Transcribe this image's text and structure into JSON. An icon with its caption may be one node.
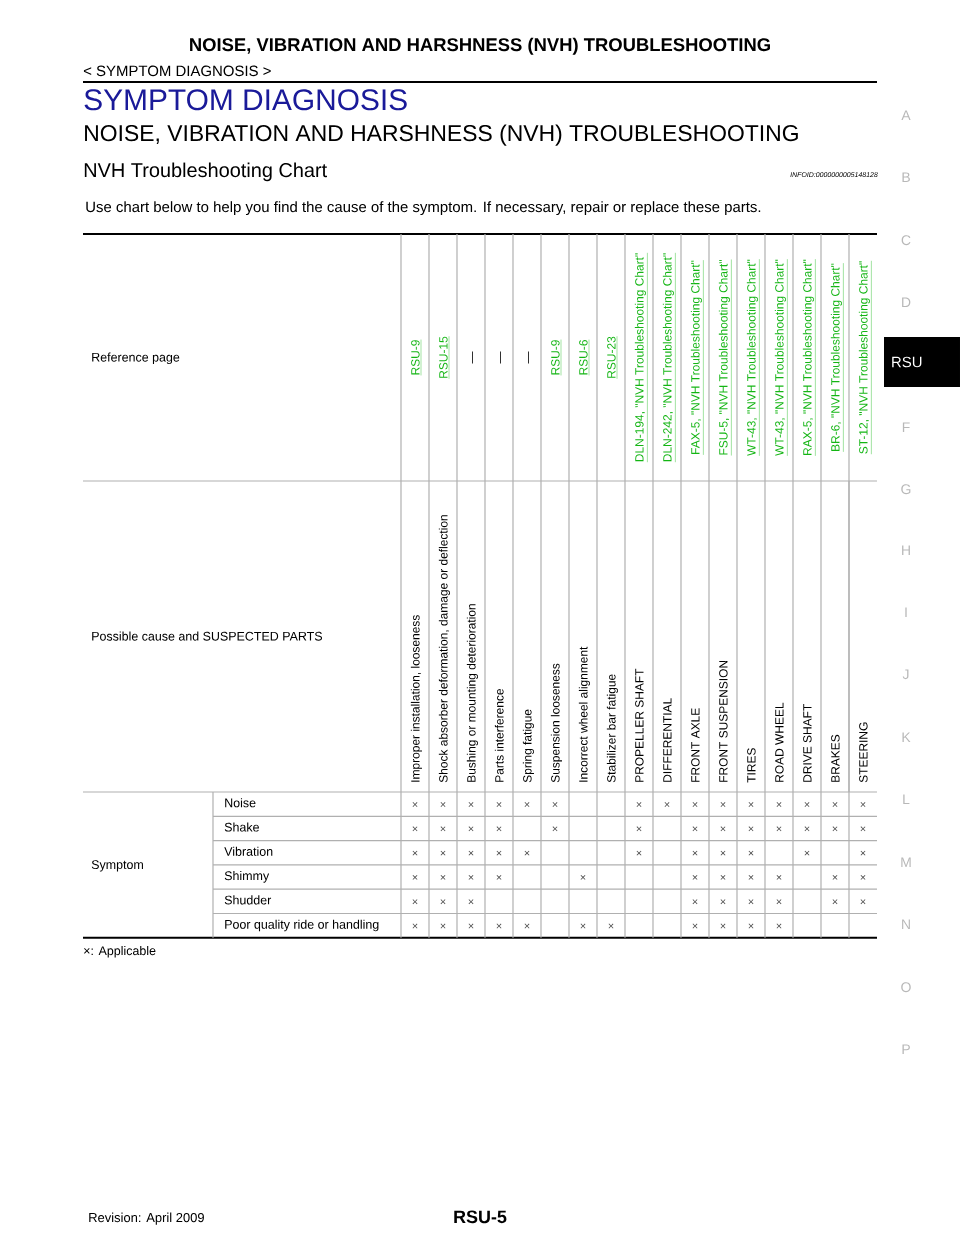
{
  "diagram": {
    "title": "NOISE, VIBRATION AND HARSHNESS (NVH) TROUBLESHOOTING",
    "labels": [
      "< SYMPTOM DIAGNOSIS >",
      "SYMPTOM DIAGNOSIS",
      "NOISE, VIBRATION AND HARSHNESS (NVH) TROUBLESHOOTING",
      "NVH Troubleshooting Chart",
      "INFOID:0000000005148128",
      "Use chart below to help you find the cause of the symptom. If necessary, repair or replace these parts.",
      "Reference page",
      "RSU-9",
      "RSU-15",
      "—",
      "—",
      "—",
      "RSU-9",
      "RSU-6",
      "RSU-23",
      "DLN-194, \"NVH Troubleshooting Chart\"",
      "DLN-242, \"NVH Troubleshooting Chart\"",
      "FAX-5, \"NVH Troubleshooting Chart\"",
      "FSU-5, \"NVH Troubleshooting Chart\"",
      "WT-43, \"NVH Troubleshooting Chart\"",
      "WT-43, \"NVH Troubleshooting Chart\"",
      "RAX-5, \"NVH Troubleshooting Chart\"",
      "BR-6, \"NVH Troubleshooting Chart\"",
      "ST-12, \"NVH Troubleshooting Chart\"",
      "Possible cause and SUSPECTED PARTS",
      "Improper installation, looseness",
      "Shock absorber deformation, damage or deflection",
      "Bushing or mounting deterioration",
      "Parts interference",
      "Spring fatigue",
      "Suspension looseness",
      "Incorrect wheel alignment",
      "Stabilizer bar fatigue",
      "PROPELLER SHAFT",
      "DIFFERENTIAL",
      "FRONT AXLE",
      "FRONT SUSPENSION",
      "TIRES",
      "ROAD WHEEL",
      "DRIVE SHAFT",
      "BRAKES",
      "STEERING",
      "Symptom",
      "Noise",
      "×",
      "×",
      "×",
      "×",
      "×",
      "×",
      "×",
      "×",
      "×",
      "×",
      "×",
      "×",
      "×",
      "×",
      "×",
      "Shake",
      "×",
      "×",
      "×",
      "×",
      "×",
      "×",
      "×",
      "×",
      "×",
      "×",
      "×",
      "×",
      "×",
      "Vibration",
      "×",
      "×",
      "×",
      "×",
      "×",
      "×",
      "×",
      "×",
      "×",
      "×",
      "×",
      "Shimmy",
      "×",
      "×",
      "×",
      "×",
      "×",
      "×",
      "×",
      "×",
      "×",
      "×",
      "×",
      "Shudder",
      "×",
      "×",
      "×",
      "×",
      "×",
      "×",
      "×",
      "×",
      "×",
      "Poor quality ride or handling",
      "×",
      "×",
      "×",
      "×",
      "×",
      "×",
      "×",
      "×",
      "×",
      "×",
      "×",
      "×: Applicable",
      "A",
      "B",
      "C",
      "D",
      "RSU",
      "F",
      "G",
      "H",
      "I",
      "J",
      "K",
      "L",
      "M",
      "N",
      "O",
      "P",
      "Revision: April 2009",
      "RSU-5"
    ]
  }
}
